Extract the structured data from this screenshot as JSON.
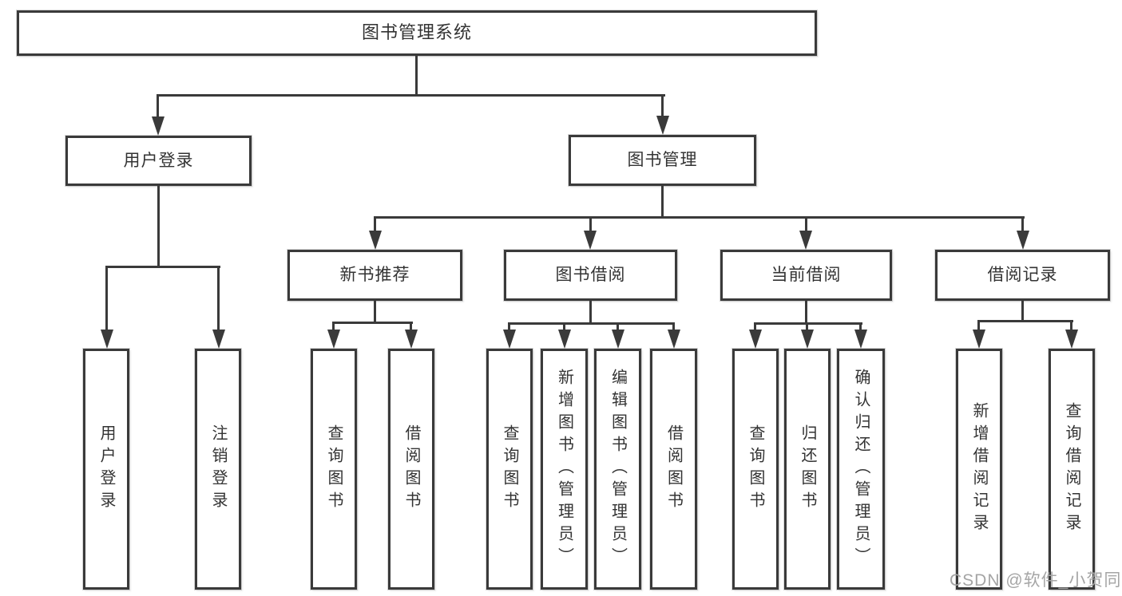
{
  "diagram": {
    "root": {
      "label": "图书管理系统"
    },
    "level2": [
      {
        "label": "用户登录"
      },
      {
        "label": "图书管理"
      }
    ],
    "level3": [
      {
        "label": "新书推荐"
      },
      {
        "label": "图书借阅"
      },
      {
        "label": "当前借阅"
      },
      {
        "label": "借阅记录"
      }
    ],
    "leaves": {
      "user_login": [
        {
          "label": "用户登录"
        },
        {
          "label": "注销登录"
        }
      ],
      "new_books": [
        {
          "label": "查询图书"
        },
        {
          "label": "借阅图书"
        }
      ],
      "book_borrow": [
        {
          "label": "查询图书"
        },
        {
          "label": "新增图书（管理员）"
        },
        {
          "label": "编辑图书（管理员）"
        },
        {
          "label": "借阅图书"
        }
      ],
      "current_borrow": [
        {
          "label": "查询图书"
        },
        {
          "label": "归还图书"
        },
        {
          "label": "确认归还（管理员）"
        }
      ],
      "borrow_records": [
        {
          "label": "新增借阅记录"
        },
        {
          "label": "查询借阅记录"
        }
      ]
    }
  },
  "watermark": {
    "text": "CSDN @软件_小贺同学"
  },
  "colors": {
    "line": "#3a3a3a",
    "text": "#333333",
    "watermark": "#a5a5a5",
    "background": "#ffffff"
  }
}
